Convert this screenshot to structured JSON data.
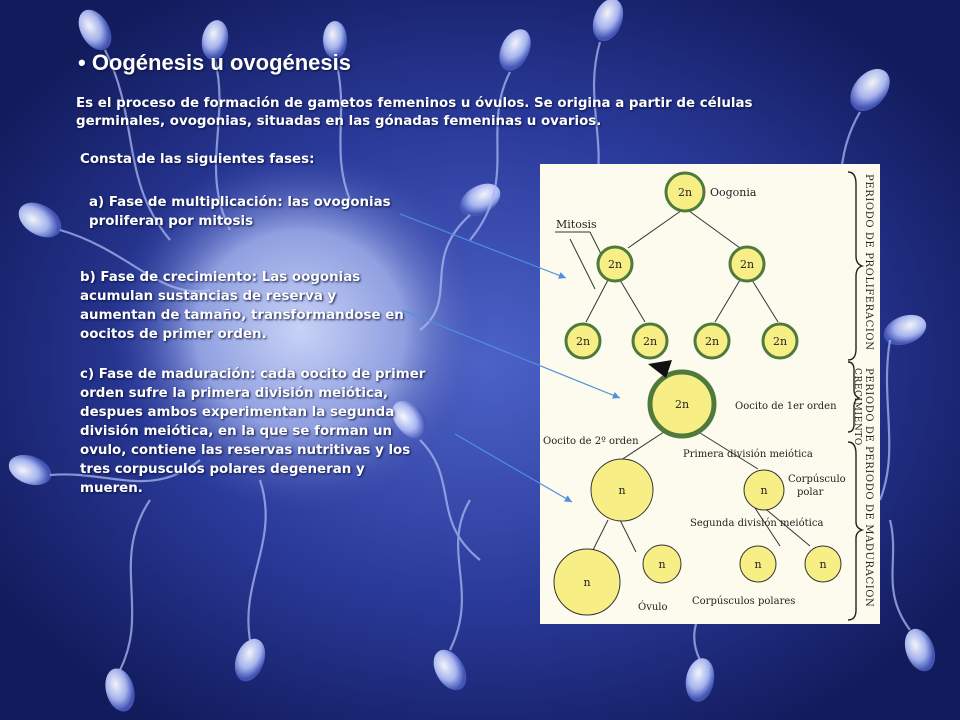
{
  "slide": {
    "title": "• Oogénesis u ovogénesis",
    "intro": "Es el proceso de formación de gametos femeninos u óvulos. Se origina a partir de células germinales, ovogonias, situadas en las gónadas femeninas u ovarios.",
    "consta": "Consta de las siguientes fases:",
    "phase_a": "a) Fase de multiplicación: las ovogonias proliferan por mitosis",
    "phase_b": "b) Fase de crecimiento: Las oogonias acumulan sustancias de reserva y aumentan de tamaño, transformandose en oocitos de primer orden.",
    "phase_c": "c) Fase de maduración: cada oocito de primer orden sufre la primera división meiótica, despues ambos experimentan la segunda división meiótica, en la que se forman un ovulo, contiene las reservas nutritivas y los tres corpusculos polares degeneran y mueren."
  },
  "diagram": {
    "label_oogonia": "Oogonia",
    "label_mitosis": "Mitosis",
    "label_oocito1": "Oocito de 1er orden",
    "label_oocito2": "Oocito de 2º orden",
    "label_primera": "Primera división meiótica",
    "label_corpusculo": "Corpúsculo",
    "label_polar": "polar",
    "label_segunda": "Segunda división meiótica",
    "label_ovulo": "Óvulo",
    "label_corpusculos": "Corpúsculos polares",
    "cell_2n": "2n",
    "cell_n": "n",
    "period_proliferacion": "PERIODO DE PROLIFERACION",
    "period_crecimiento_1": "PERIODO DE",
    "period_crecimiento_2": "CRECIMIENTO",
    "period_maduracion": "PERIODO DE MADURACION"
  },
  "colors": {
    "cell_fill": "#f7ef86",
    "cell_ring": "#4f7a3c",
    "arrow": "#4f8fe0",
    "diagram_bg": "#fcfbee"
  }
}
